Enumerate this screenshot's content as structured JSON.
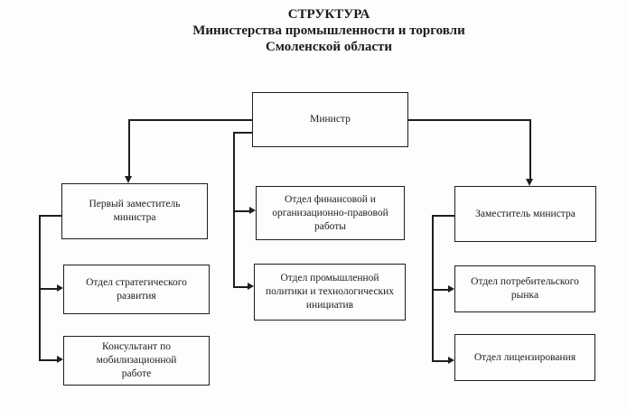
{
  "title": {
    "text": "СТРУКТУРА\nМинистерства промышленности и торговли\nСмоленской области"
  },
  "nodes": {
    "minister": {
      "label": "Министр"
    },
    "first_deputy": {
      "label": "Первый заместитель\nминистра"
    },
    "strategic_dev": {
      "label": "Отдел стратегического\nразвития"
    },
    "mobilization_consultant": {
      "label": "Консультант по\nмобилизационной\nработе"
    },
    "finance_legal": {
      "label": "Отдел финансовой и\nорганизационно-правовой\nработы"
    },
    "industrial_policy": {
      "label": "Отдел промышленной\nполитики и технологических\nинициатив"
    },
    "deputy": {
      "label": "Заместитель министра"
    },
    "consumer_market": {
      "label": "Отдел потребительского\nрынка"
    },
    "licensing": {
      "label": "Отдел лицензирования"
    }
  },
  "edges": [
    {
      "from": "Министр",
      "to": "Первый заместитель министра"
    },
    {
      "from": "Министр",
      "to": "Отдел финансовой и организационно-правовой работы"
    },
    {
      "from": "Министр",
      "to": "Отдел промышленной политики и технологических инициатив"
    },
    {
      "from": "Министр",
      "to": "Заместитель министра"
    },
    {
      "from": "Первый заместитель министра",
      "to": "Отдел стратегического развития"
    },
    {
      "from": "Первый заместитель министра",
      "to": "Консультант по мобилизационной работе"
    },
    {
      "from": "Заместитель министра",
      "to": "Отдел потребительского рынка"
    },
    {
      "from": "Заместитель министра",
      "to": "Отдел лицензирования"
    }
  ],
  "colors": {
    "background": "#fdfdfd",
    "line": "#1e1e1e",
    "text": "#1c1c1c"
  }
}
